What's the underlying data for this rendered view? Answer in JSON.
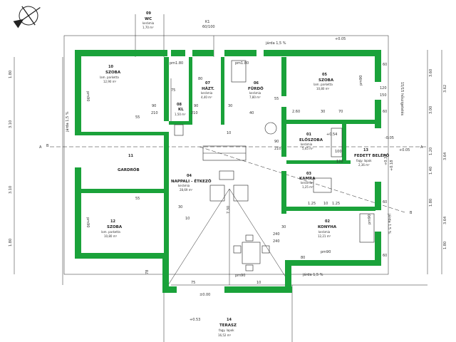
{
  "colors": {
    "wall": "#1aa23a",
    "line": "#222222",
    "paper": "#ffffff"
  },
  "icons": {
    "north": "north-arrow-icon"
  },
  "header": {
    "k1": "K1",
    "k1_dims": "60/100"
  },
  "rooms": {
    "r10": {
      "num": "10",
      "name": "SZOBA",
      "floor": "lam. parketta",
      "area": "12,90 m²"
    },
    "r09": {
      "num": "09",
      "name": "WC",
      "floor": "kerámia",
      "area": "1,70 m²"
    },
    "r07": {
      "num": "07",
      "name": "HÁZT.",
      "floor": "kerámia",
      "area": "4,40 m²"
    },
    "r06": {
      "num": "06",
      "name": "FÜRDŐ",
      "floor": "kerámia",
      "area": "7,80 m²"
    },
    "r05": {
      "num": "05",
      "name": "SZOBA",
      "floor": "lam. parketta",
      "area": "10,80 m²"
    },
    "r08": {
      "num": "08",
      "name": "KL",
      "floor": "",
      "area": "1,50 m²"
    },
    "r01": {
      "num": "01",
      "name": "ELŐSZOBA",
      "floor": "kerámia",
      "area": "5,65 m²"
    },
    "r13": {
      "num": "13",
      "name": "FEDETT BELÉPŐ",
      "floor": "fagy. lapok",
      "area": "2,36 m²"
    },
    "r11": {
      "num": "11",
      "name": "GARDRÓB",
      "floor": "",
      "area": ""
    },
    "r04": {
      "num": "04",
      "name": "NAPPALI - ÉTKEZŐ",
      "floor": "kerámia",
      "area": "28,69 m²"
    },
    "r03": {
      "num": "03",
      "name": "KAMRA",
      "floor": "kerámia",
      "area": "1,25 m²"
    },
    "r12": {
      "num": "12",
      "name": "SZOBA",
      "floor": "lam. parketta",
      "area": "10,80 m²"
    },
    "r02": {
      "num": "02",
      "name": "KONYHA",
      "floor": "kerámia",
      "area": "12,21 m²"
    },
    "r14": {
      "num": "14",
      "name": "TERASZ",
      "floor": "fagy. lapok",
      "area": "16,52 m²"
    }
  },
  "labels": {
    "pm80a": "pm1.80",
    "pm80b": "pm1.80",
    "pm90_l1": "pm90",
    "pm90_l2": "pm90",
    "pm90_r1": "pm90",
    "pm90_r2": "pm90",
    "pm90_b1": "pm90",
    "pm90_b2": "pm90",
    "jarda_top": "járda 1,5 %",
    "jarda_bot": "járda 1,5 %",
    "jarda_left": "járda 1,5 %",
    "jarda_right": "járda 1,5 %",
    "level_top": "+0.05",
    "level_r1": "+0.05",
    "level_r2": "-0.05",
    "level_r3": "+0.54",
    "level_r4": "+0.34",
    "level_r5": "+0.18",
    "level_bot": "+0.53",
    "level_bot2": "±0.00",
    "insul": "15/15 hőszigetelés",
    "sec_a_left": "A",
    "sec_a_right": "A",
    "sec_b_left": "B",
    "sec_b_right": "B"
  },
  "dims": {
    "left": [
      "1.80",
      "3.10",
      "3.10",
      "1.80"
    ],
    "right1": [
      "3.60",
      "3.00",
      "1.20",
      "1.40",
      "1.80"
    ],
    "right2": [
      "3.62",
      "3.64",
      "3.64",
      "1.80"
    ],
    "inner": [
      "55",
      "55",
      "90",
      "210",
      "75",
      "80",
      "210",
      "90",
      "30",
      "55",
      "40",
      "2.60",
      "30",
      "70",
      "100",
      "120",
      "60",
      "60",
      "10",
      "90",
      "210",
      "1.25",
      "10",
      "1.25",
      "30",
      "240",
      "60",
      "120",
      "150",
      "80",
      "60",
      "240",
      "10",
      "30",
      "7.30",
      "78",
      "75",
      "10"
    ]
  }
}
